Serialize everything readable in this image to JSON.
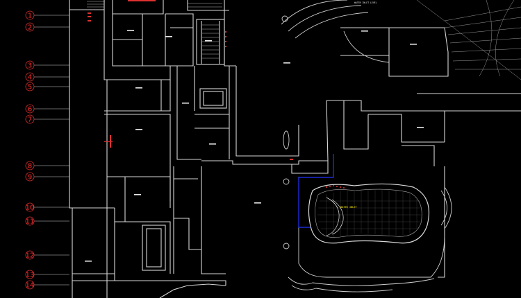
{
  "drawing": {
    "background": "#000000",
    "wall_color": "#d8d8d8",
    "grid_color": "#e03030",
    "water_line_color": "#2233ff",
    "grid_axes": [
      {
        "label": "1"
      },
      {
        "label": "2"
      },
      {
        "label": "3"
      },
      {
        "label": "4"
      },
      {
        "label": "5"
      },
      {
        "label": "6"
      },
      {
        "label": "7"
      },
      {
        "label": "8"
      },
      {
        "label": "9"
      },
      {
        "label": "10"
      },
      {
        "label": "11"
      },
      {
        "label": "12"
      },
      {
        "label": "13"
      },
      {
        "label": "14"
      }
    ],
    "notes": {
      "water_inlet": "WATER INLET",
      "top_note": "WATER INLET LEVEL"
    }
  }
}
